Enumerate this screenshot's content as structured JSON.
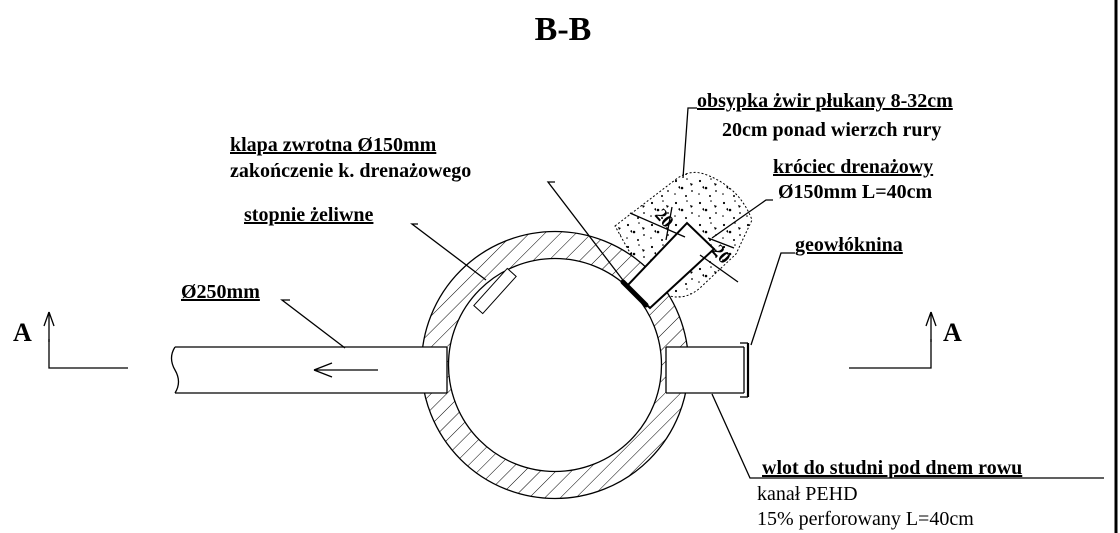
{
  "title": "B-B",
  "section_mark_left": "A",
  "section_mark_right": "A",
  "labels": {
    "gravel_1": "obsypka żwir płukany 8-32cm",
    "gravel_2": "20cm ponad wierzch rury",
    "flap_1": "klapa zwrotna Ø150mm",
    "flap_2": "zakończenie k. drenażowego",
    "stub_1": "króciec drenażowy",
    "stub_2": "Ø150mm  L=40cm",
    "steps": "stopnie żeliwne",
    "geotextile": "geowłóknina",
    "outlet_pipe": "Ø250mm",
    "inlet_1": "wlot do studni pod dnem rowu",
    "inlet_2": "kanał PEHD",
    "inlet_3": "15% perforowany L=40cm"
  },
  "dimensions": {
    "gravel_cover_a": "20",
    "gravel_cover_b": "20"
  }
}
